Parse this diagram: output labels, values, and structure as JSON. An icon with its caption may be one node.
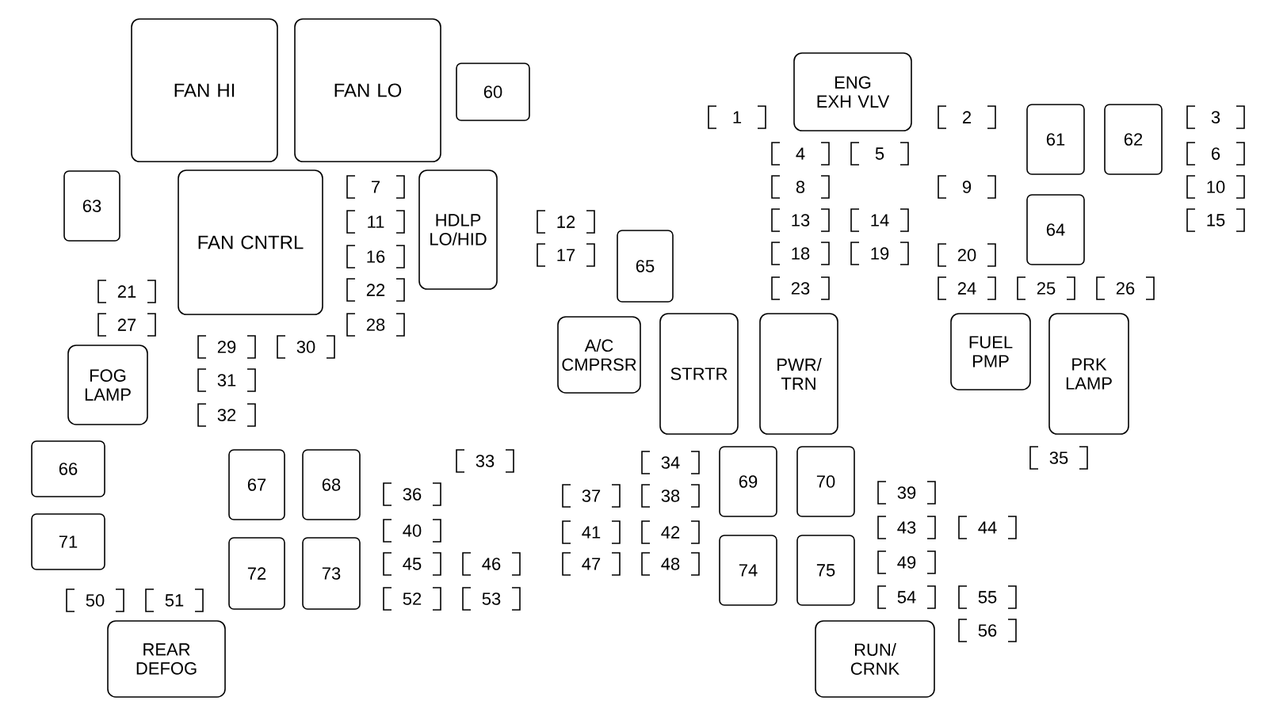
{
  "diagram": {
    "nodes": [
      {
        "text": [
          "FAN HI"
        ]
      },
      {
        "text": [
          "FAN LO"
        ]
      },
      {
        "text": [
          "60"
        ]
      },
      {
        "text": [
          "ENG EXH VLV"
        ]
      },
      {
        "text": [
          "63"
        ]
      },
      {
        "text": [
          "FAN CNTRL"
        ]
      },
      {
        "text": [
          "HDLP LO/HID"
        ]
      },
      {
        "text": [
          "61"
        ]
      },
      {
        "text": [
          "62"
        ]
      },
      {
        "text": [
          "64"
        ]
      },
      {
        "text": [
          "65"
        ]
      },
      {
        "text": [
          "A/C CMPRSR"
        ]
      },
      {
        "text": [
          "STRTR"
        ]
      },
      {
        "text": [
          "PWR/ TRN"
        ]
      },
      {
        "text": [
          "FUEL PMP"
        ]
      },
      {
        "text": [
          "PRK LAMP"
        ]
      },
      {
        "text": [
          "FOG LAMP"
        ]
      },
      {
        "text": [
          "66"
        ]
      },
      {
        "text": [
          "67"
        ]
      },
      {
        "text": [
          "68"
        ]
      },
      {
        "text": [
          "69"
        ]
      },
      {
        "text": [
          "70"
        ]
      },
      {
        "text": [
          "71"
        ]
      },
      {
        "text": [
          "72"
        ]
      },
      {
        "text": [
          "73"
        ]
      },
      {
        "text": [
          "74"
        ]
      },
      {
        "text": [
          "75"
        ]
      },
      {
        "text": [
          "REAR DEFOG"
        ]
      },
      {
        "text": [
          "RUN/ CRNK"
        ]
      },
      {
        "text": [
          "1"
        ]
      },
      {
        "text": [
          "2"
        ]
      },
      {
        "text": [
          "3"
        ]
      },
      {
        "text": [
          "4"
        ]
      },
      {
        "text": [
          "5"
        ]
      },
      {
        "text": [
          "6"
        ]
      },
      {
        "text": [
          "7"
        ]
      },
      {
        "text": [
          "8"
        ]
      },
      {
        "text": [
          "9"
        ]
      },
      {
        "text": [
          "10"
        ]
      },
      {
        "text": [
          "11"
        ]
      },
      {
        "text": [
          "12"
        ]
      },
      {
        "text": [
          "13"
        ]
      },
      {
        "text": [
          "14"
        ]
      },
      {
        "text": [
          "15"
        ]
      },
      {
        "text": [
          "16"
        ]
      },
      {
        "text": [
          "17"
        ]
      },
      {
        "text": [
          "18"
        ]
      },
      {
        "text": [
          "19"
        ]
      },
      {
        "text": [
          "20"
        ]
      },
      {
        "text": [
          "21"
        ]
      },
      {
        "text": [
          "22"
        ]
      },
      {
        "text": [
          "23"
        ]
      },
      {
        "text": [
          "24"
        ]
      },
      {
        "text": [
          "25"
        ]
      },
      {
        "text": [
          "26"
        ]
      },
      {
        "text": [
          "27"
        ]
      },
      {
        "text": [
          "28"
        ]
      },
      {
        "text": [
          "29"
        ]
      },
      {
        "text": [
          "30"
        ]
      },
      {
        "text": [
          "31"
        ]
      },
      {
        "text": [
          "32"
        ]
      },
      {
        "text": [
          "33"
        ]
      },
      {
        "text": [
          "34"
        ]
      },
      {
        "text": [
          "35"
        ]
      },
      {
        "text": [
          "36"
        ]
      },
      {
        "text": [
          "37"
        ]
      },
      {
        "text": [
          "38"
        ]
      },
      {
        "text": [
          "39"
        ]
      },
      {
        "text": [
          "40"
        ]
      },
      {
        "text": [
          "41"
        ]
      },
      {
        "text": [
          "42"
        ]
      },
      {
        "text": [
          "43"
        ]
      },
      {
        "text": [
          "44"
        ]
      },
      {
        "text": [
          "45"
        ]
      },
      {
        "text": [
          "46"
        ]
      },
      {
        "text": [
          "47"
        ]
      },
      {
        "text": [
          "48"
        ]
      },
      {
        "text": [
          "49"
        ]
      },
      {
        "text": [
          "50"
        ]
      },
      {
        "text": [
          "51"
        ]
      },
      {
        "text": [
          "52"
        ]
      },
      {
        "text": [
          "53"
        ]
      },
      {
        "text": [
          "54"
        ]
      },
      {
        "text": [
          "55"
        ]
      },
      {
        "text": [
          "56"
        ]
      }
    ]
  }
}
